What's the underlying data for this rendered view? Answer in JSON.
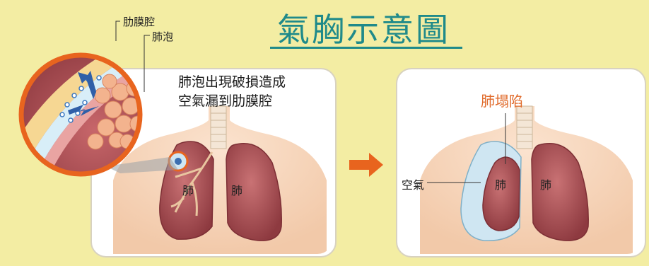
{
  "title": "氣胸示意圖",
  "labels": {
    "pleural_cavity": "肋膜腔",
    "alveoli": "肺泡",
    "description_line1": "肺泡出現破損造成",
    "description_line2": "空氣漏到肋膜腔",
    "lung_left_before": "肺",
    "lung_right_before": "肺",
    "lung_collapse": "肺塌陷",
    "air": "空氣",
    "lung_left_after": "肺",
    "lung_right_after": "肺"
  },
  "colors": {
    "background": "#f3eda3",
    "title": "#1f8a8a",
    "accent": "#e8641e",
    "lung": "#b65a5e",
    "air": "#cfe6f2"
  }
}
